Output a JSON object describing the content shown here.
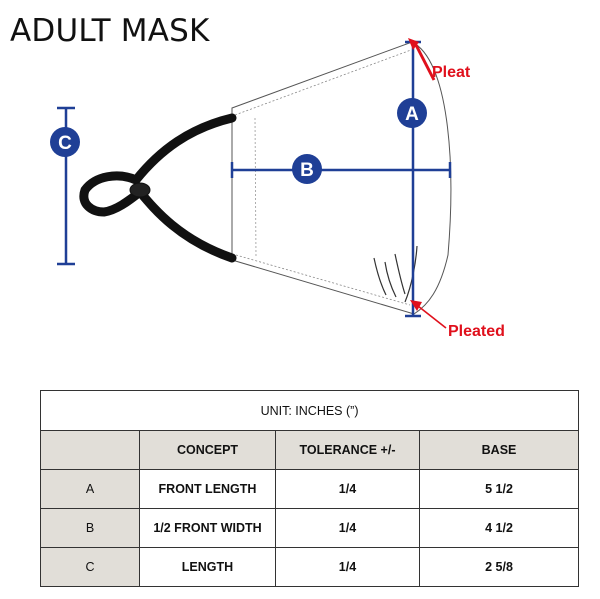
{
  "title": "ADULT MASK",
  "diagram": {
    "labels": {
      "a": "A",
      "b": "B",
      "c": "C",
      "pleat": "Pleat",
      "pleated": "Pleated"
    },
    "colors": {
      "marker": "#1f3f96",
      "callout": "#e0101c",
      "band": "#111111",
      "outline": "#555555"
    }
  },
  "table": {
    "unit": "UNIT: INCHES (”)",
    "headers": [
      "",
      "CONCEPT",
      "TOLERANCE +/-",
      "BASE"
    ],
    "rows": [
      [
        "A",
        "FRONT LENGTH",
        "1/4",
        "5 1/2"
      ],
      [
        "B",
        "1/2 FRONT WIDTH",
        "1/4",
        "4 1/2"
      ],
      [
        "C",
        "LENGTH",
        "1/4",
        "2 5/8"
      ]
    ],
    "colors": {
      "header_bg": "#e1ded8",
      "border": "#333333"
    }
  }
}
